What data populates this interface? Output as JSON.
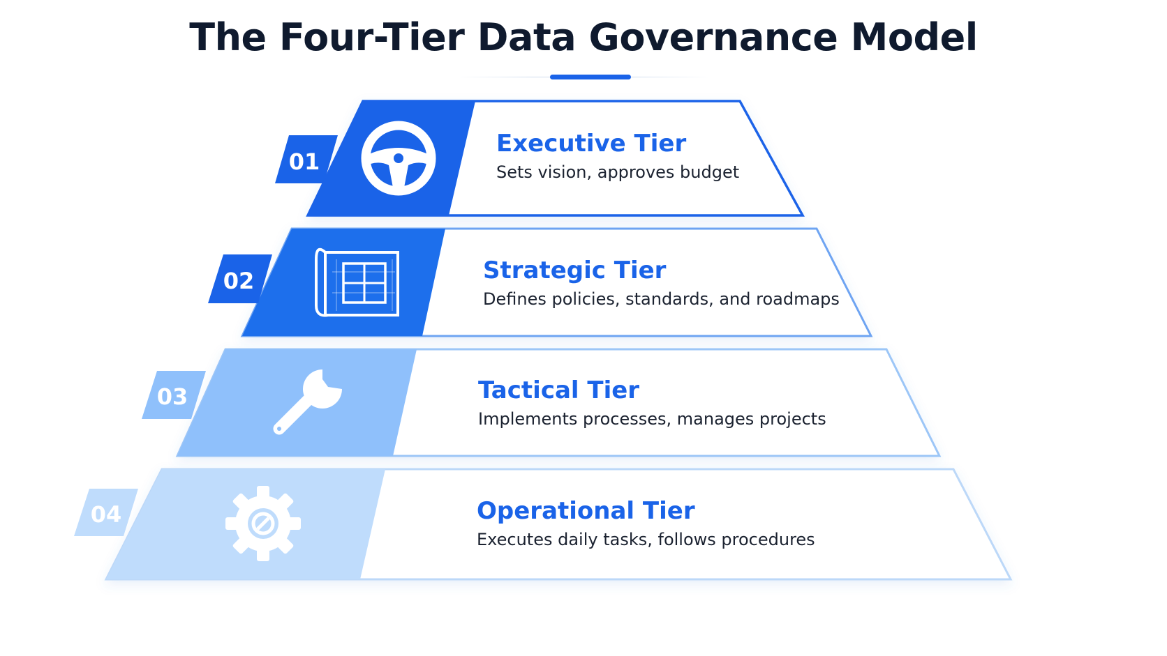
{
  "title": "The Four-Tier Data Governance Model",
  "tiers": [
    {
      "number": "01",
      "name": "Executive Tier",
      "description": "Sets vision, approves budget",
      "icon": "steering-wheel-icon"
    },
    {
      "number": "02",
      "name": "Strategic Tier",
      "description": "Defines policies, standards, and roadmaps",
      "icon": "blueprint-icon"
    },
    {
      "number": "03",
      "name": "Tactical Tier",
      "description": "Implements processes, manages projects",
      "icon": "wrench-icon"
    },
    {
      "number": "04",
      "name": "Operational Tier",
      "description": "Executes daily tasks, follows procedures",
      "icon": "gear-icon"
    }
  ],
  "colors": {
    "accent": "#1a63e8",
    "title": "#0f1a2e",
    "tier_fills": [
      "#1a63e8",
      "#1d6fec",
      "#8fc0fb",
      "#bfdcfc"
    ],
    "tier_borders": [
      "#1a63e8",
      "#6ea4f2",
      "#9cc6f7",
      "#bcd8f8"
    ]
  }
}
